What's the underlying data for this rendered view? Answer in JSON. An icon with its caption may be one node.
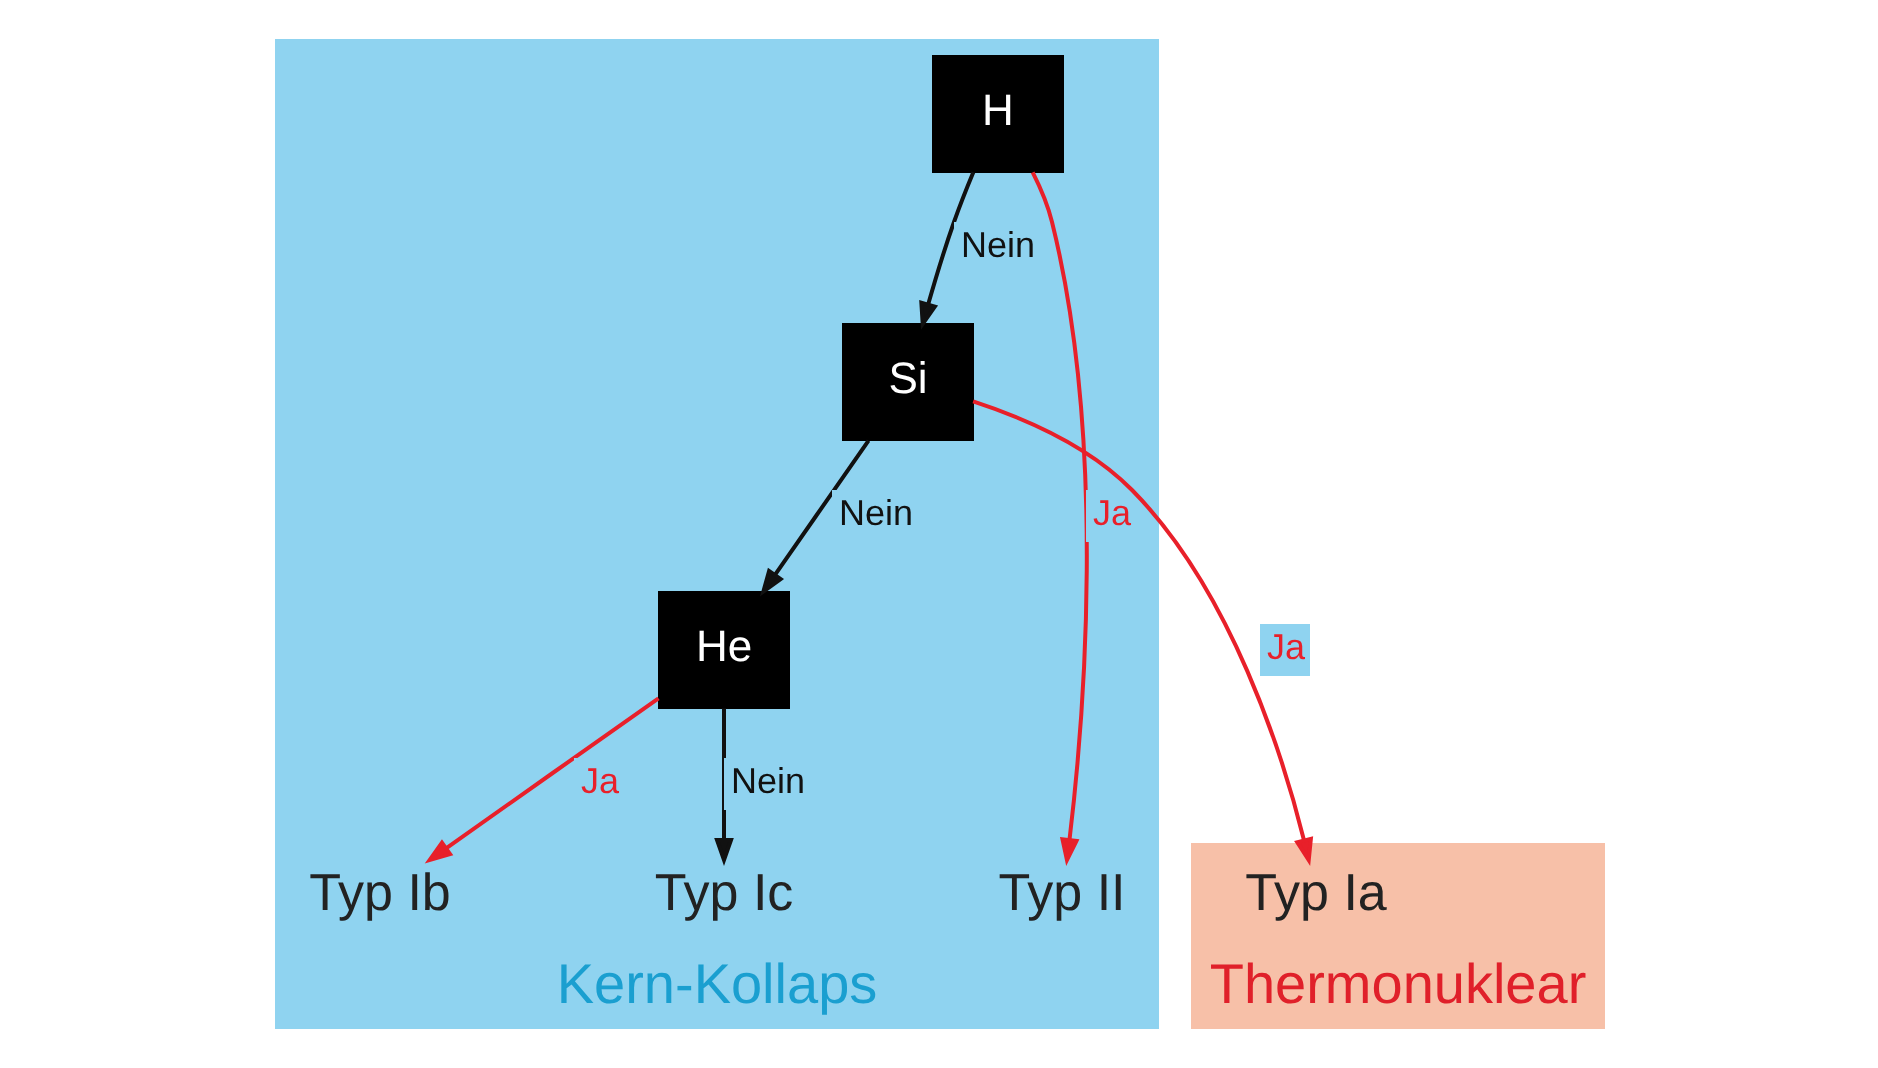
{
  "diagram": {
    "nodes": [
      {
        "text": [
          "Thermonuklear"
        ]
      },
      {
        "text": [
          "Kern-Kollaps"
        ]
      },
      {
        "text": [
          "H"
        ],
        "in": 1
      },
      {
        "text": [
          "Si"
        ],
        "in": 1
      },
      {
        "text": [
          "He"
        ],
        "in": 1
      },
      {
        "text": [
          "Typ Ia"
        ],
        "in": 0
      },
      {
        "text": [
          "Typ Ib"
        ],
        "in": 1
      },
      {
        "text": [
          "Typ Ic"
        ],
        "in": 1
      },
      {
        "text": [
          "Typ II"
        ],
        "in": 1
      }
    ],
    "edges": [
      {
        "from": 2,
        "to": 3,
        "arrow": "to",
        "label": "Nein"
      },
      {
        "from": 2,
        "to": 8,
        "arrow": "to",
        "label": "Ja",
        "color": "#e8202a"
      },
      {
        "from": 3,
        "to": 5,
        "arrow": "to",
        "label": "Ja",
        "color": "#e8202a"
      },
      {
        "from": 3,
        "to": 4,
        "arrow": "to",
        "label": "Nein"
      },
      {
        "from": 4,
        "to": 6,
        "arrow": "to",
        "label": "Ja",
        "color": "#e8202a"
      },
      {
        "from": 4,
        "to": 7,
        "arrow": "to",
        "label": "Nein"
      }
    ]
  }
}
